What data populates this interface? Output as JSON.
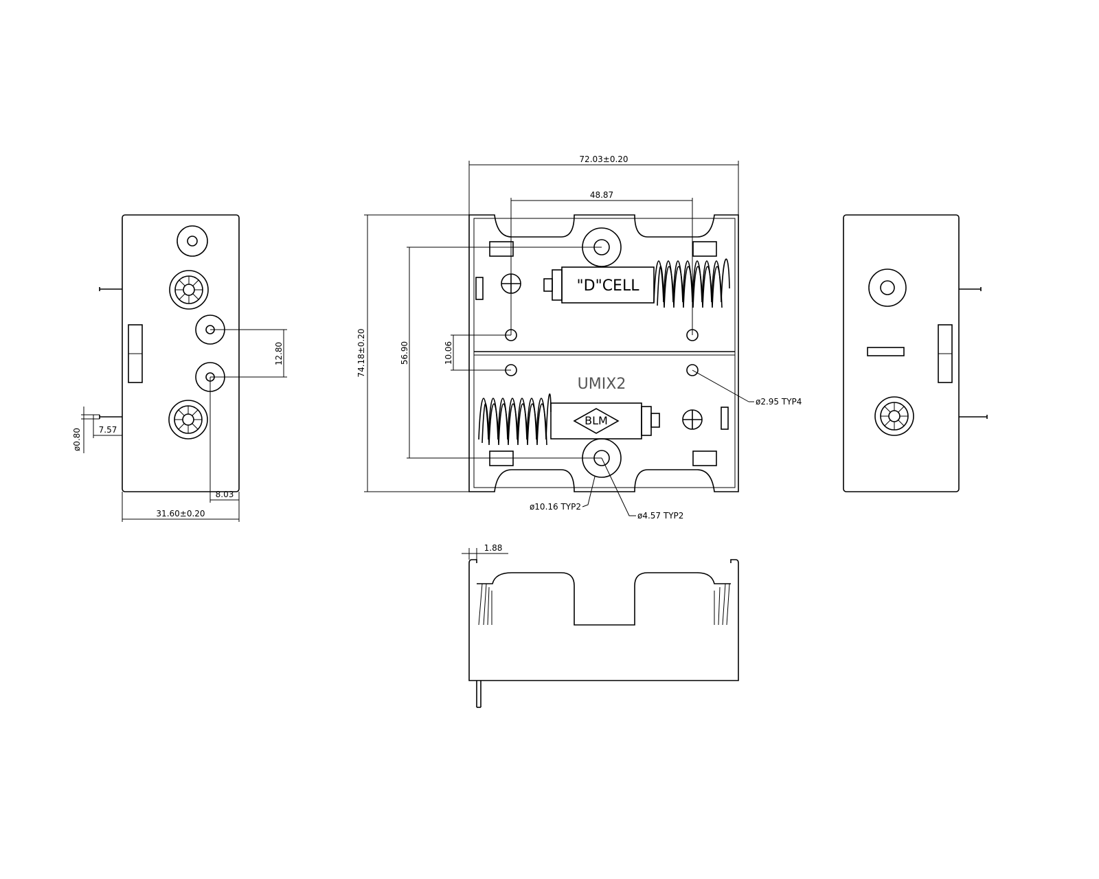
{
  "dimensions": {
    "overall_width": "72.03±0.20",
    "contact_spacing": "48.87",
    "overall_height": "74.18±0.20",
    "terminal_spacing": "56.90",
    "hole_offset": "10.06",
    "mount_hole": "ø2.95 TYP4",
    "boss_outer": "ø10.16 TYP2",
    "boss_inner": "ø4.57 TYP2",
    "side_width": "31.60±0.20",
    "side_pin_spacing": "12.80",
    "side_edge_offset": "8.03",
    "pin_length": "7.57",
    "pin_diameter": "ø0.80",
    "wall_thickness": "1.88"
  },
  "markings": {
    "cell_type": "\"D\"CELL",
    "model": "UMIX2",
    "brand": "BLM"
  }
}
